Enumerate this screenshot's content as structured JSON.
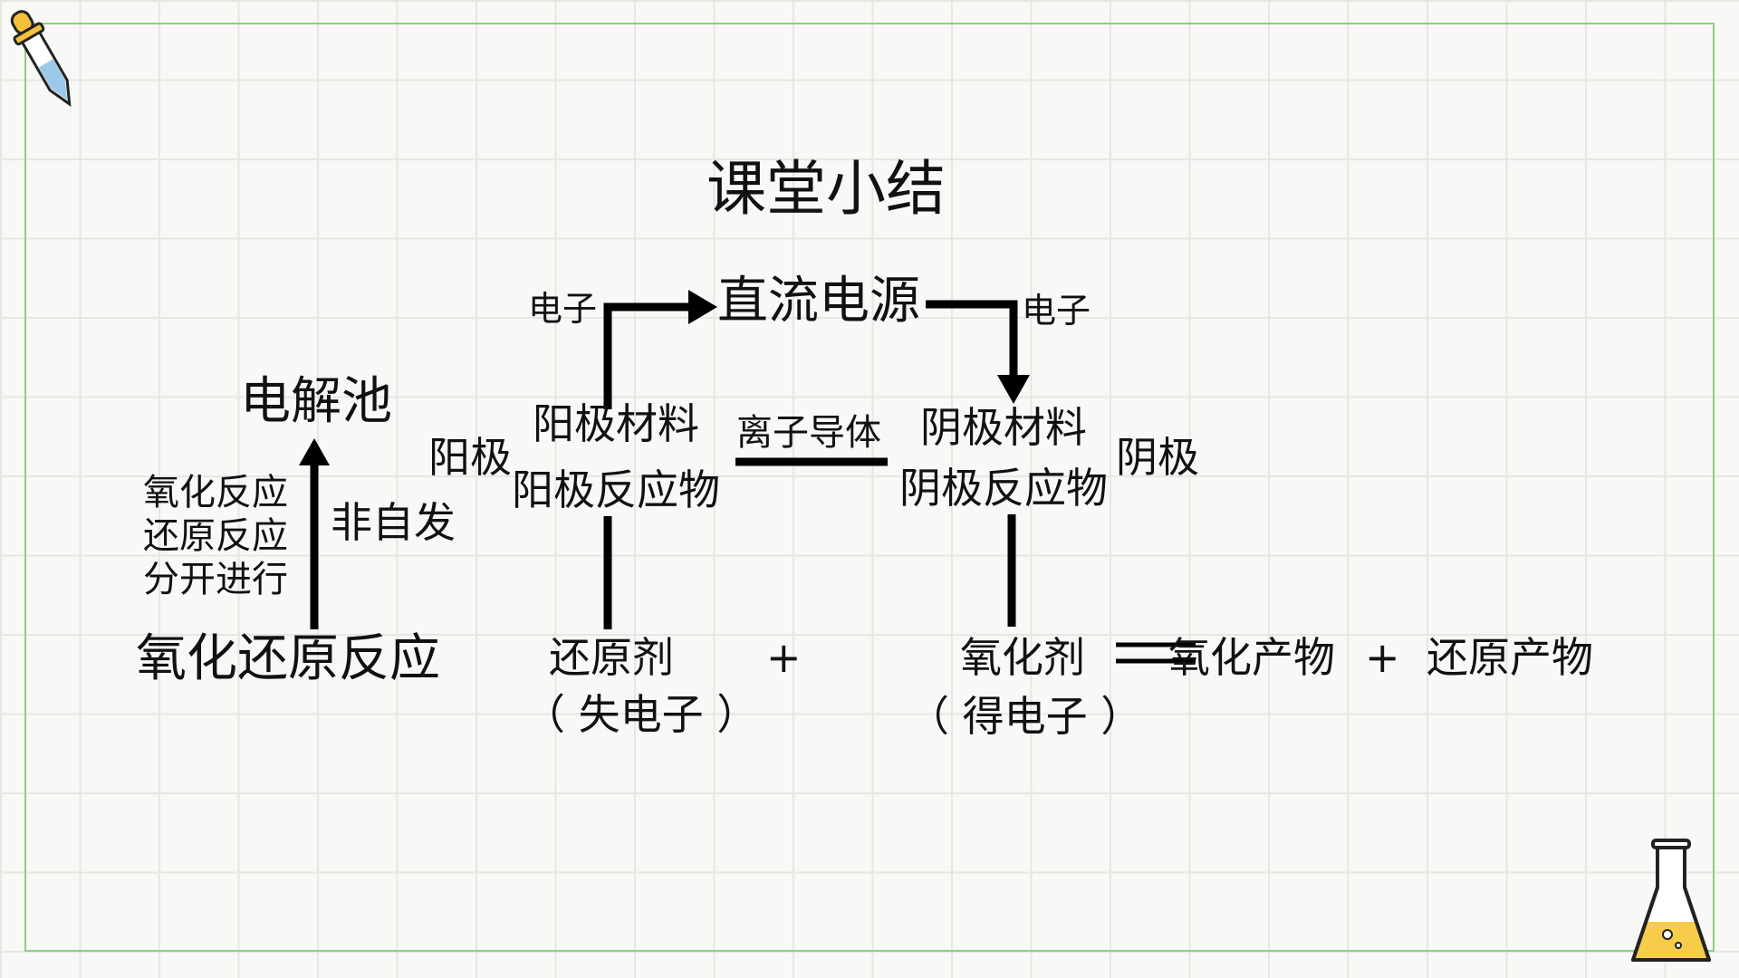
{
  "title": "课堂小结",
  "power": "直流电源",
  "electron_left": "电子",
  "electron_right": "电子",
  "cell": "电解池",
  "anode_material": "阳极材料",
  "anode_reactant": "阳极反应物",
  "anode_side": "阳极",
  "ion_conductor": "离子导体",
  "cathode_material": "阴极材料",
  "cathode_reactant": "阴极反应物",
  "cathode_side": "阴极",
  "separate": [
    "氧化反应",
    "还原反应",
    "分开进行"
  ],
  "non_spontaneous": "非自发",
  "redox": "氧化还原反应",
  "reducing_agent": "还原剂",
  "lose_electron": "（ 失电子 ）",
  "plus1": "+",
  "oxidizing_agent": "氧化剂",
  "gain_electron": "（ 得电子 ）",
  "oxidation_product": "氧化产物",
  "plus2": "+",
  "reduction_product": "还原产物",
  "colors": {
    "frame": "#8fcf7f",
    "grid": "#e6e6e3",
    "background": "#f8f8f6",
    "ink": "#111111",
    "flask_liquid": "#f6cc4a",
    "dropper_cap": "#f2c23a",
    "dropper_liquid": "#9cc9ea"
  },
  "icons": {
    "top_left": "dropper-icon",
    "bottom_right": "flask-icon"
  }
}
